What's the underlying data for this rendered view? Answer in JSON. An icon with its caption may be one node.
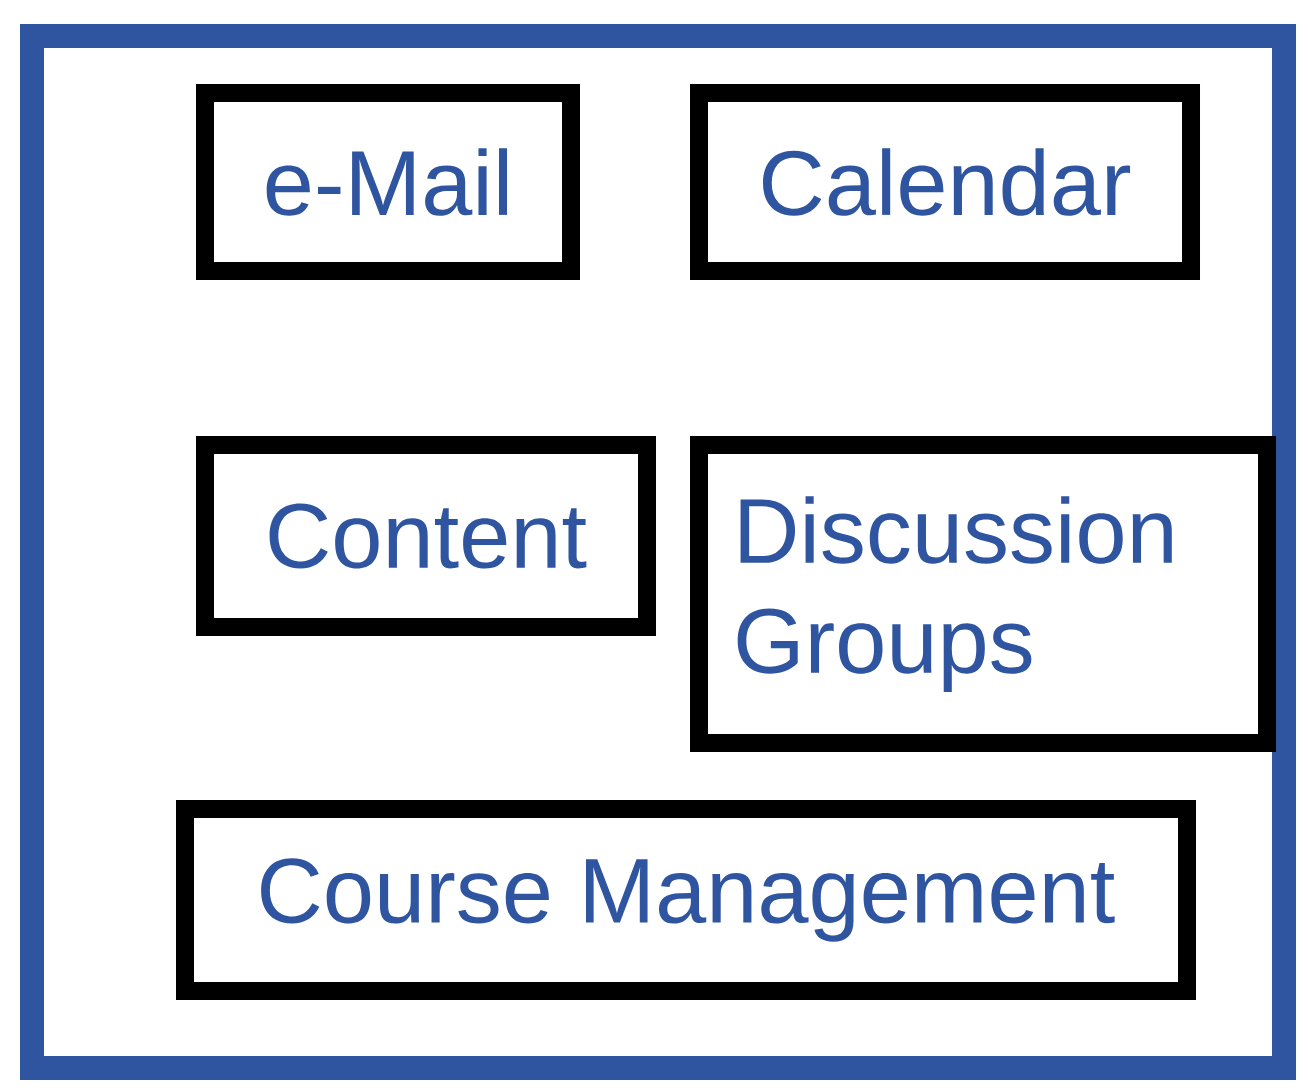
{
  "diagram": {
    "nodes": [
      {
        "text": [],
        "shape": "box"
      },
      {
        "text": [
          "e-Mail"
        ],
        "in": 0
      },
      {
        "text": [
          "Calendar"
        ],
        "in": 0
      },
      {
        "text": [
          "Content"
        ],
        "in": 0
      },
      {
        "text": [
          "Discussion Groups"
        ],
        "in": 0
      },
      {
        "text": [
          "Course Management"
        ],
        "in": 0
      }
    ]
  }
}
